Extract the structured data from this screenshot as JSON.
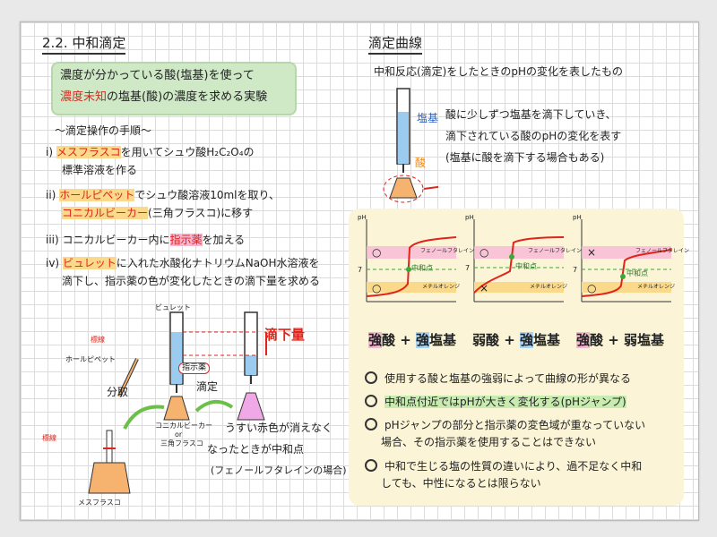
{
  "left": {
    "section_title": "2.2. 中和滴定",
    "green_line1": "濃度が分かっている酸(塩基)を使って",
    "green_line2_a": "濃度未知",
    "green_line2_b": "の塩基(酸)の濃度を求める実験",
    "procedure_title": "〜滴定操作の手順〜",
    "steps": [
      {
        "num": "i)",
        "a": "メスフラスコ",
        "b": "を用いてシュウ酸H₂C₂O₄の",
        "c": "標準溶液を作る"
      },
      {
        "num": "ii)",
        "a": "ホールピペット",
        "b": "でシュウ酸溶液10mlを取り、",
        "c": "コニカルビーカー",
        "d": "(三角フラスコ)に移す"
      },
      {
        "num": "iii)",
        "a": "コニカルビーカー内に",
        "b": "指示薬",
        "c": "を加える"
      },
      {
        "num": "iv)",
        "a": "ビュレット",
        "b": "に入れた水酸化ナトリウムNaOH水溶液を",
        "c": "滴下し、指示薬の色が変化したときの滴下量を求める"
      }
    ],
    "labels": {
      "burette": "ビュレット",
      "volumetric_pipette": "ホールピペット",
      "marker1": "標線",
      "marker2": "標線",
      "indicator": "指示薬",
      "dispense": "分取",
      "titrate": "滴定",
      "drop_amount": "滴下量",
      "conical": "コニカルビーカー",
      "or": "or",
      "triangle": "三角フラスコ",
      "measuring_flask": "メスフラスコ",
      "result_line1": "うすい赤色が消えなく",
      "result_line2": "なったときが中和点",
      "result_line3": "(フェノールフタレインの場合)"
    }
  },
  "right": {
    "section_title": "滴定曲線",
    "subtitle": "中和反応(滴定)をしたときのpHの変化を表したもの",
    "base_label": "塩基",
    "acid_label": "酸",
    "desc1": "酸に少しずつ塩基を滴下していき、",
    "desc2": "滴下されている酸のpHの変化を表す",
    "desc3": "(塩基に酸を滴下する場合もある)",
    "graphs": [
      {
        "title_a": "強",
        "title_b": "酸 + ",
        "title_c": "強",
        "title_d": "塩基",
        "top_mark": "○",
        "bottom_mark": "○"
      },
      {
        "title_a": "弱",
        "title_b": "酸 + ",
        "title_c": "強",
        "title_d": "塩基",
        "top_mark": "○",
        "bottom_mark": "×"
      },
      {
        "title_a": "強",
        "title_b": "酸 + ",
        "title_c": "弱",
        "title_d": "塩基",
        "top_mark": "×",
        "bottom_mark": "○"
      }
    ],
    "graph_labels": {
      "ph": "pH",
      "seven": "7",
      "phenol": "フェノールフタレイン",
      "methyl": "メチルオレンジ",
      "neutral": "中和点"
    },
    "notes": [
      "使用する酸と塩基の強弱によって曲線の形が異なる",
      "中和点付近ではpHが大きく変化する(pHジャンプ)",
      "pHジャンプの部分と指示薬の変色域が重なっていない",
      "場合、その指示薬を使用することはできない",
      "中和で生じる塩の性質の違いにより、過不足なく中和",
      "しても、中性になるとは限らない"
    ]
  }
}
